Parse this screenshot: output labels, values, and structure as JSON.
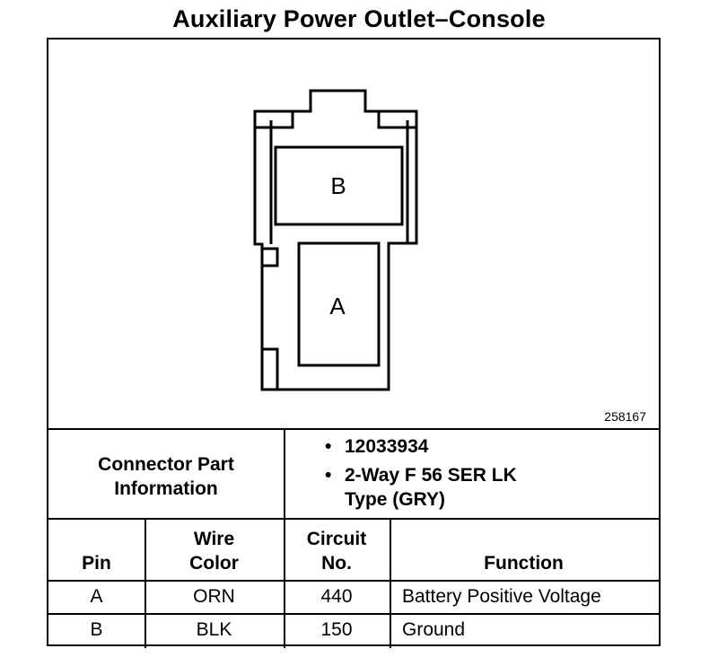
{
  "title": "Auxiliary Power Outlet–Console",
  "diagram": {
    "cavity_b_label": "B",
    "cavity_a_label": "A",
    "drawing_number": "258167"
  },
  "connector_info": {
    "label_line1": "Connector Part",
    "label_line2": "Information",
    "bullets": [
      {
        "bullet": "•",
        "text": "12033934"
      },
      {
        "bullet": "•",
        "text": "2-Way F 56 SER LK",
        "text2": "Type (GRY)"
      }
    ]
  },
  "table": {
    "headers": {
      "pin": "Pin",
      "wire_color_1": "Wire",
      "wire_color_2": "Color",
      "circuit_1": "Circuit",
      "circuit_2": "No.",
      "function": "Function"
    },
    "rows": [
      {
        "pin": "A",
        "wire_color": "ORN",
        "circuit": "440",
        "function": "Battery Positive Voltage"
      },
      {
        "pin": "B",
        "wire_color": "BLK",
        "circuit": "150",
        "function": "Ground"
      }
    ]
  }
}
